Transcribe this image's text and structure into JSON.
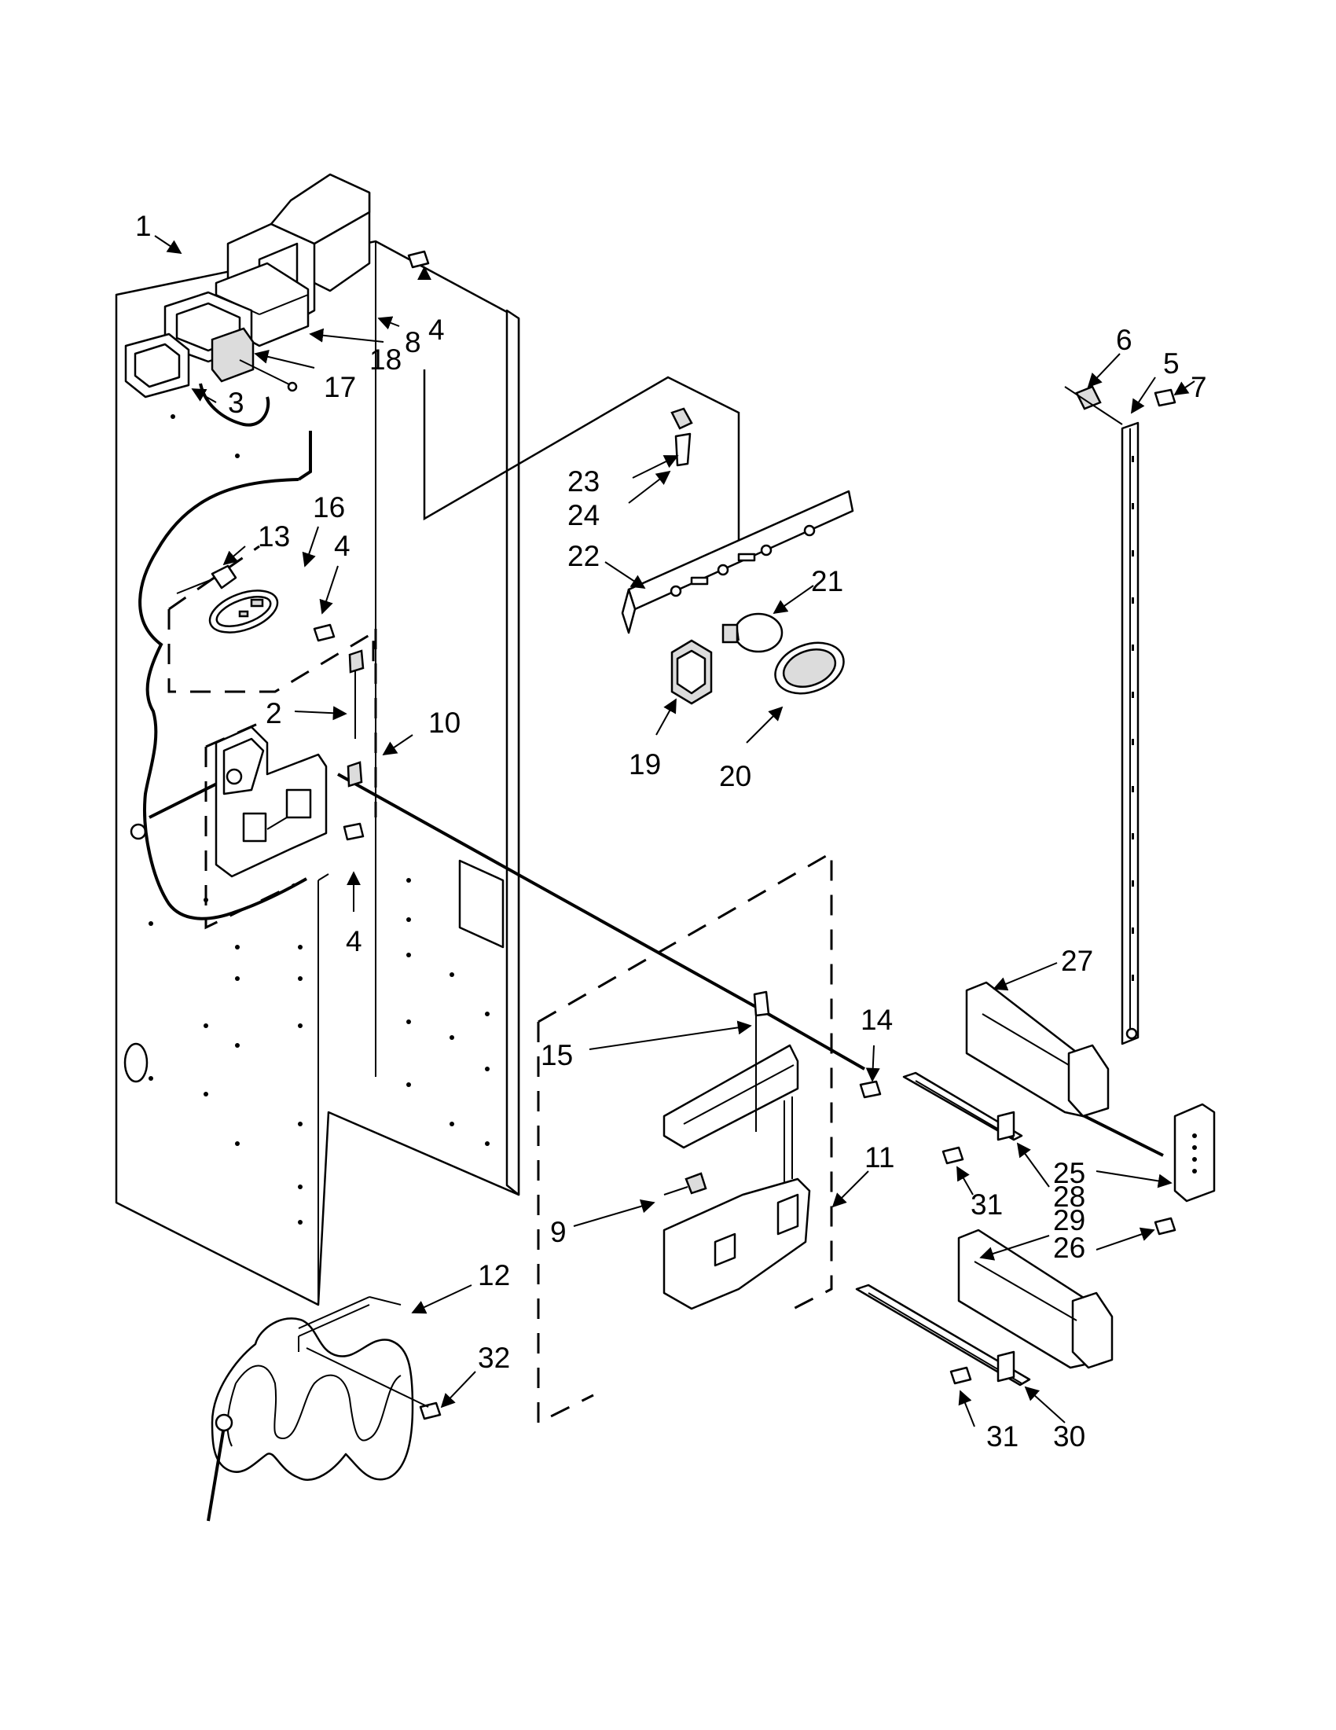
{
  "callouts": {
    "c1": "1",
    "c2": "2",
    "c3": "3",
    "c4a": "4",
    "c4b": "4",
    "c4c": "4",
    "c5": "5",
    "c6": "6",
    "c7": "7",
    "c8": "8",
    "c9": "9",
    "c10": "10",
    "c11": "11",
    "c12": "12",
    "c13": "13",
    "c14": "14",
    "c15": "15",
    "c16": "16",
    "c17": "17",
    "c18": "18",
    "c19": "19",
    "c20": "20",
    "c21": "21",
    "c22": "22",
    "c23": "23",
    "c24": "24",
    "c25": "25",
    "c26": "26",
    "c27": "27",
    "c28": "28",
    "c29": "29",
    "c30": "30",
    "c31a": "31",
    "c31b": "31",
    "c32": "32"
  }
}
